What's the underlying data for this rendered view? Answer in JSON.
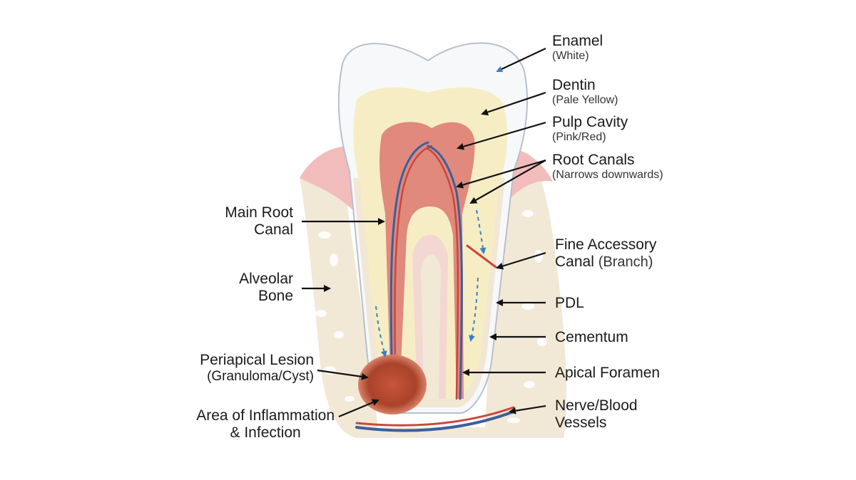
{
  "labels": {
    "enamel": {
      "title": "Enamel",
      "sub": "(White)"
    },
    "dentin": {
      "title": "Dentin",
      "sub": "(Pale Yellow)"
    },
    "pulp": {
      "title": "Pulp Cavity",
      "sub": "(Pink/Red)"
    },
    "root_canals": {
      "title": "Root Canals",
      "sub": "(Narrows downwards)"
    },
    "accessory": {
      "line1": "Fine Accessory",
      "line2": "Canal",
      "line2_sub": "(Branch)"
    },
    "pdl": {
      "title": "PDL"
    },
    "cementum": {
      "title": "Cementum"
    },
    "apical": {
      "title": "Apical Foramen"
    },
    "nerve": {
      "line1": "Nerve/Blood",
      "line2": "Vessels"
    },
    "main_root": {
      "line1": "Main Root",
      "line2": "Canal"
    },
    "alveolar": {
      "line1": "Alveolar",
      "line2": "Bone"
    },
    "lesion": {
      "title": "Periapical Lesion",
      "sub": "(Granuloma/Cyst)"
    },
    "inflammation": {
      "line1": "Area of Inflammation",
      "line2": "& Infection"
    }
  },
  "colors": {
    "enamel": "#f7f8fa",
    "dentin": "#f6edc4",
    "pulp": "#e0897c",
    "gum": "#f2bcbc",
    "bone": "#f1e8d6",
    "lesion": "#a9432a",
    "vessel_blue": "#3b5f9e",
    "vessel_red": "#c8473d",
    "dash_arrow": "#3b7fbf"
  }
}
